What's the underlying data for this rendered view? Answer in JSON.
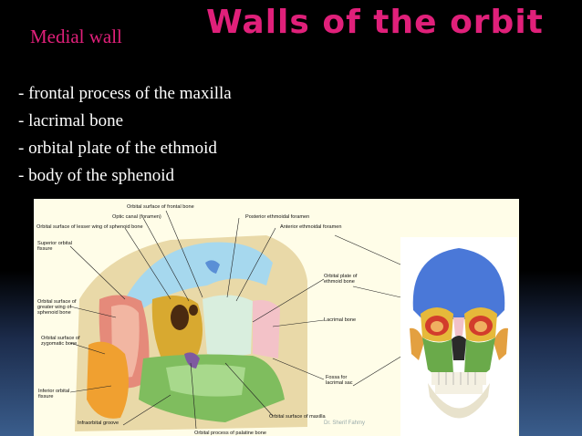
{
  "slide": {
    "subtitle": "Medial wall",
    "title": "Walls of the orbit",
    "bullets": [
      "- frontal process of the maxilla",
      "- lacrimal bone",
      "- orbital plate of the ethmoid",
      "- body of the sphenoid"
    ]
  },
  "figure": {
    "labels": {
      "orbital_surface_frontal": "Orbital surface of frontal bone",
      "optic_canal": "Optic canal (foramen)",
      "lesser_wing": "Orbital surface of lesser wing of sphenoid bone",
      "posterior_ethmoidal": "Posterior ethmoidal foramen",
      "anterior_ethmoidal": "Anterior ethmoidal foramen",
      "superior_fissure": "Superior orbital fissure",
      "orbital_plate_ethmoid": "Orbital plate of ethmoid bone",
      "greater_wing": "Orbital surface of greater wing of sphenoid bone",
      "lacrimal_bone": "Lacrimal bone",
      "zygomatic": "Orbital surface of zygomatic bone",
      "fossa_lacrimal": "Fossa for lacrimal sac",
      "inferior_fissure": "Inferior orbital fissure",
      "maxilla": "Orbital surface of maxilla",
      "infraorbital_groove": "Infraorbital groove",
      "palatine": "Orbital process of palatine bone"
    },
    "watermark": "Dr. Sherif Fahmy"
  }
}
